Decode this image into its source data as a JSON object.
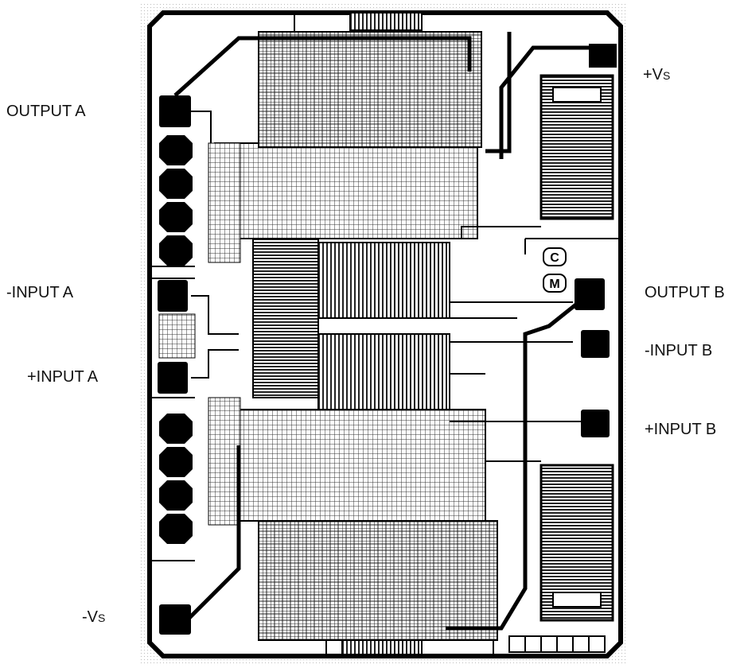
{
  "pins": {
    "vs_pos": {
      "prefix": "+V",
      "sub": "S"
    },
    "output_a": "OUTPUT A",
    "input_a_neg": "-INPUT A",
    "input_a_pos": "+INPUT A",
    "vs_neg": {
      "prefix": "-V",
      "sub": "S"
    },
    "output_b": "OUTPUT B",
    "input_b_neg": "-INPUT B",
    "input_b_pos": "+INPUT B"
  },
  "logo": [
    "C",
    "M"
  ]
}
